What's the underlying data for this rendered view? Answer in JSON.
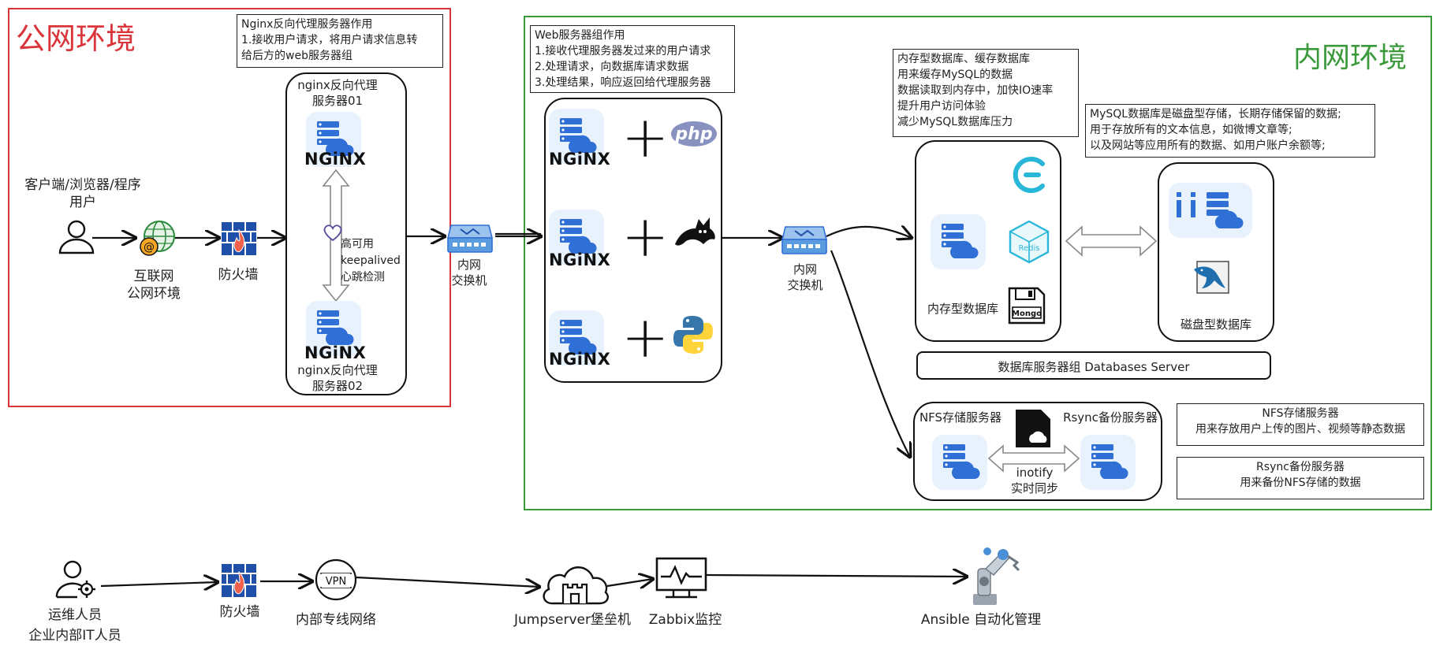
{
  "zones": {
    "public_title": "公网环境",
    "private_title": "内网环境"
  },
  "notes": {
    "nginx_proxy": "Nginx反向代理服务器作用\n1.接收用户请求，将用户请求信息转\n给后方的web服务器组",
    "web_group": "Web服务器组作用\n1.接收代理服务器发过来的用户请求\n2.处理请求，向数据库请求数据\n3.处理结果，响应返回给代理服务器",
    "memory_db": "内存型数据库、缓存数据库\n用来缓存MySQL的数据\n数据读取到内存中，加快IO速率\n提升用户访问体验\n减少MySQL数据库压力",
    "mysql": "MySQL数据库是磁盘型存储，长期存储保留的数据;\n用于存放所有的文本信息，如微博文章等;\n以及网站等应用所有的数据、如用户账户余额等;",
    "nfs": "NFS存储服务器\n用来存放用户上传的图片、视频等静态数据",
    "rsync": "Rsync备份服务器\n用来备份NFS存储的数据"
  },
  "public": {
    "client_label": "客户端/浏览器/程序\n用户",
    "internet_label": "互联网\n公网环境",
    "firewall_label": "防火墙",
    "proxy1_label": "nginx反向代理\n服务器01",
    "proxy2_label": "nginx反向代理\n服务器02",
    "ha_label": "高可用\nkeepalived\n心跳检测",
    "switch_label": "内网\n交换机",
    "nginx_text": "NGiNX"
  },
  "private": {
    "php_text": "php",
    "switch_label": "内网\n交换机",
    "memory_db_label": "内存型数据库",
    "disk_db_label": "磁盘型数据库",
    "redis_text": "Redis",
    "mongo_text": "Mongo",
    "db_group_label": "数据库服务器组 Databases Server",
    "nfs_label": "NFS存储服务器",
    "rsync_label": "Rsync备份服务器",
    "sync_label": "inotify\n实时同步"
  },
  "ops": {
    "admin_label": "运维人员\n企业内部IT人员",
    "firewall_label": "防火墙",
    "vpn_text": "VPN",
    "vpn_label": "内部专线网络",
    "jumpserver_label": "Jumpserver堡垒机",
    "zabbix_label": "Zabbix监控",
    "ansible_label": "Ansible 自动化管理"
  },
  "colors": {
    "public_border": "#d9353a",
    "private_border": "#3a9a3a",
    "server_blue": "#2f6fd6",
    "firewall_blue": "#1f4fa8",
    "switch_blue": "#5b9be0",
    "redis_cyan": "#29b7d9"
  },
  "icons": [
    "user-icon",
    "globe-icon",
    "firewall-icon",
    "nginx-server-icon",
    "heart-icon",
    "switch-icon",
    "php-icon",
    "tomcat-icon",
    "python-icon",
    "cache-icon",
    "redis-icon",
    "mongo-icon",
    "mysql-icon",
    "nfs-icon",
    "admin-icon",
    "vpn-icon",
    "jumpserver-icon",
    "zabbix-icon",
    "ansible-icon"
  ]
}
